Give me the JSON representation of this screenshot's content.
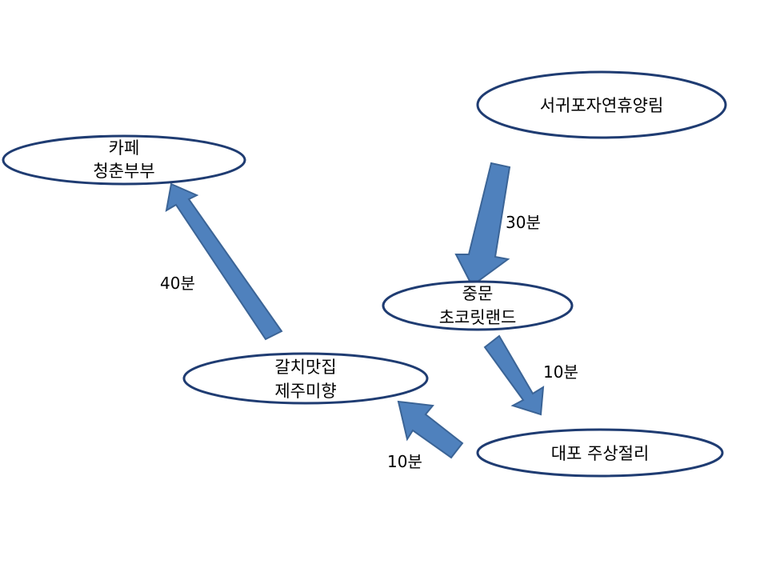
{
  "colors": {
    "node_stroke": "#1f3c72",
    "node_fill": "#ffffff",
    "arrow_fill": "#4f81bd",
    "arrow_stroke": "#3b6496",
    "text": "#000000"
  },
  "nodes": {
    "seogwipo_forest": {
      "lines": [
        "서귀포자연휴양림"
      ]
    },
    "cafe": {
      "lines": [
        "카페",
        "청춘부부"
      ]
    },
    "jungmun_chocolate": {
      "lines": [
        "중문",
        "초코릿랜드"
      ]
    },
    "galchi_restaurant": {
      "lines": [
        "갈치맛집",
        "제주미향"
      ]
    },
    "daepo_jusangjeolli": {
      "lines": [
        "대포 주상절리"
      ]
    }
  },
  "edges": {
    "forest_to_jungmun": {
      "label": "30분"
    },
    "jungmun_to_daepo": {
      "label": "10분"
    },
    "daepo_to_galchi": {
      "label": "10분"
    },
    "galchi_to_cafe": {
      "label": "40분"
    }
  }
}
